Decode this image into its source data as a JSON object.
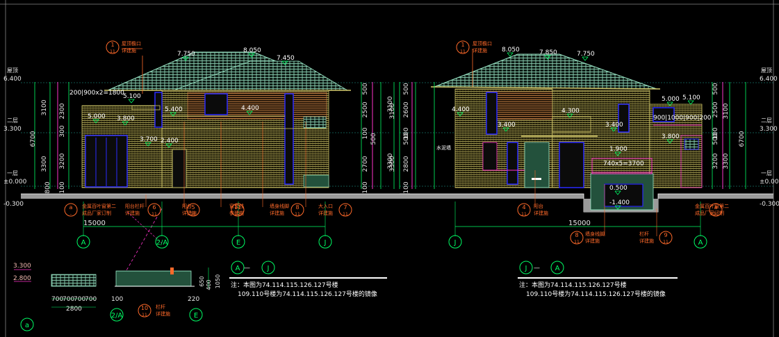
{
  "colors": {
    "background": "#000000",
    "wall": "#d2c86a",
    "roof": "#9be8c8",
    "dimension": "#00ff66",
    "magenta": "#ff33cc",
    "callout": "#ff6a2a",
    "level": "#ffffff",
    "blue": "#2b2bff"
  },
  "left_view": {
    "title_a": "A",
    "title_b": "J",
    "note_line1": "注：本图为74.114.115.126.127号楼",
    "note_line2": "109.110号楼为74.114.115.126.127号楼的镜像",
    "overall_width": "15000",
    "axes": [
      "A",
      "2/A",
      "E",
      "J"
    ],
    "levels_left": [
      {
        "name": "屋顶",
        "value": "6.400"
      },
      {
        "name": "二层",
        "value": "3.300"
      },
      {
        "name": "一层",
        "value": "±0.000"
      }
    ],
    "ground_level": "-0.300",
    "left_dims": [
      "3100",
      "3300",
      "6700",
      "2300",
      "300",
      "3200",
      "100",
      "800"
    ],
    "right_dims": [
      "500",
      "2500",
      "100",
      "500",
      "2700",
      "3300",
      "3100",
      "100"
    ],
    "elevations": [
      "7.750",
      "8.050",
      "7.450",
      "5.100",
      "5.400",
      "4.400",
      "5.000",
      "3.800",
      "3.700",
      "2.400"
    ],
    "window_note": "200|900x2=1800",
    "callouts": [
      {
        "num": "1",
        "den": "11",
        "text": "屋顶檐口",
        "sub": "详建施"
      },
      {
        "num": "a",
        "den": "-",
        "text": "金属百叶窗第二",
        "sub": "成品厂家订制"
      },
      {
        "num": "6",
        "den": "11",
        "text": "阳台栏杆",
        "sub": "详建施"
      },
      {
        "num": "5",
        "den": "11",
        "text": "阳台",
        "sub": "详建施"
      },
      {
        "num": "11",
        "den": "12",
        "text": "窗套线",
        "sub": "参建施"
      },
      {
        "num": "8",
        "den": "11",
        "text": "墙身线脚",
        "sub": "详建施"
      },
      {
        "num": "7",
        "den": "11",
        "text": "大入口",
        "sub": "详建施"
      }
    ]
  },
  "right_view": {
    "title_a": "J",
    "title_b": "A",
    "note_line1": "注：本图为74.114.115.126.127号楼",
    "note_line2": "109.110号楼为74.114.115.126.127号楼的镜像",
    "overall_width": "15000",
    "axes": [
      "J",
      "A"
    ],
    "levels_right": [
      {
        "name": "屋顶",
        "value": "6.400"
      },
      {
        "name": "二层",
        "value": "3.300"
      },
      {
        "name": "一层",
        "value": "±0.000"
      }
    ],
    "ground_level": "-0.300",
    "left_dims": [
      "500",
      "2600",
      "3100",
      "100",
      "500",
      "2800",
      "3300",
      "100"
    ],
    "right_dims": [
      "500",
      "2500",
      "100",
      "500",
      "3200",
      "3300",
      "6700",
      "3100"
    ],
    "elevations": [
      "8.050",
      "7.850",
      "7.750",
      "5.000",
      "5.100",
      "4.400",
      "4.300",
      "3.400",
      "3.400",
      "3.800",
      "1.900",
      "0.500",
      "-1.400"
    ],
    "stair_note": "740x5=3700",
    "window_note": "900|1000|900|200",
    "side_label": "水泥墙",
    "callouts": [
      {
        "num": "1",
        "den": "11",
        "text": "屋顶檐口",
        "sub": "详建施"
      },
      {
        "num": "4",
        "den": "11",
        "text": "阳台",
        "sub": "详建施"
      },
      {
        "num": "8",
        "den": "11",
        "text": "墙身线脚",
        "sub": "详建施"
      },
      {
        "num": "9",
        "den": "11",
        "text": "栏杆",
        "sub": "详建施"
      },
      {
        "num": "a",
        "den": "10",
        "text": "金属百叶窗第二",
        "sub": "成品厂家订制"
      }
    ]
  },
  "details": {
    "level_a": "3.300",
    "level_b": "2.800",
    "grille_dims": [
      "700",
      "700",
      "700",
      "700"
    ],
    "grille_total": "2800",
    "fence_dims": [
      "100",
      "220",
      "650",
      "400",
      "1050"
    ],
    "fence_callout": {
      "num": "10",
      "den": "11",
      "text": "栏杆",
      "sub": "详建施"
    },
    "fence_axes": [
      "2/A",
      "E"
    ],
    "detail_mark": "a"
  }
}
